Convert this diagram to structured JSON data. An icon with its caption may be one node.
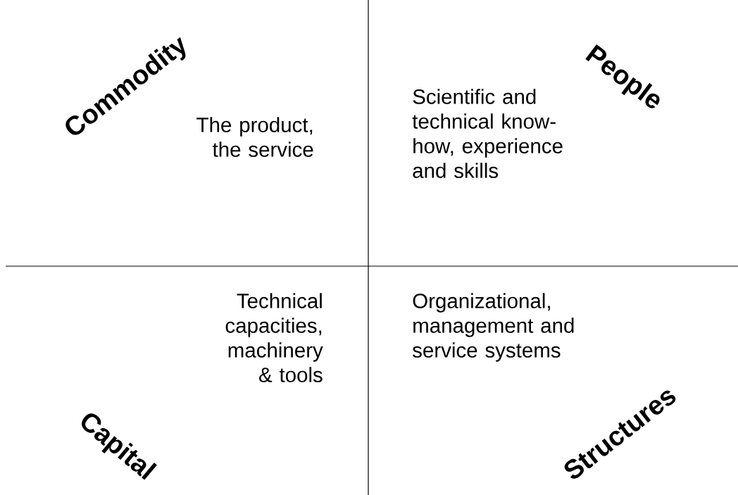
{
  "diagram": {
    "labels": [
      "Commodity",
      "People",
      "The product, the service",
      "Scientific and technical know-how, experience and skills",
      "Technical capacities, machinery & tools",
      "Organizational, management and service systems",
      "Capital",
      "Structures"
    ]
  }
}
